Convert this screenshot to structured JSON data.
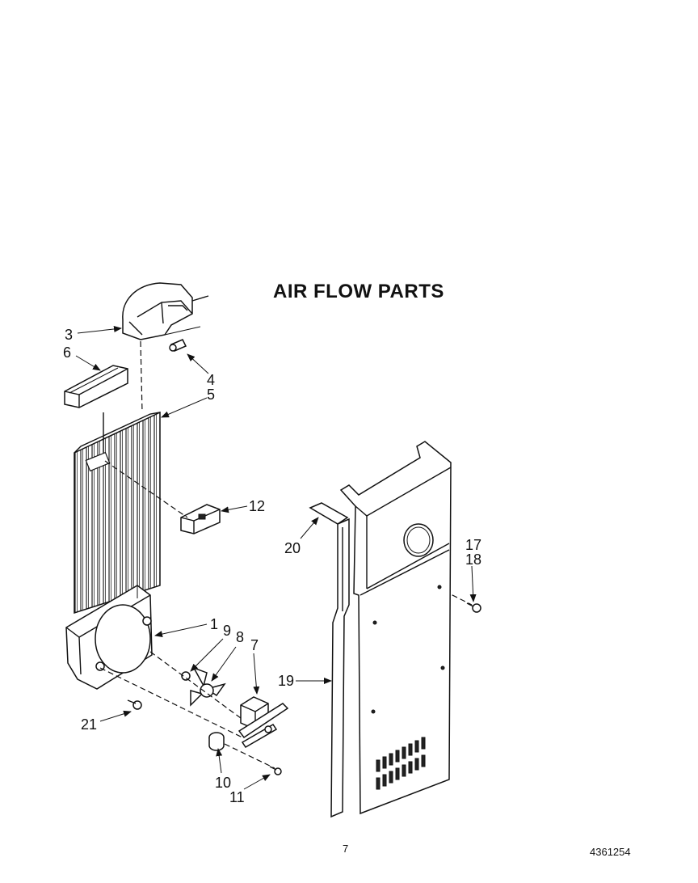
{
  "title": "AIR FLOW PARTS",
  "page_number": "7",
  "doc_number": "4361254",
  "callouts": {
    "c1": "1",
    "c3": "3",
    "c4": "4",
    "c5": "5",
    "c6": "6",
    "c7": "7",
    "c8": "8",
    "c9": "9",
    "c10": "10",
    "c11": "11",
    "c12": "12",
    "c17": "17",
    "c18": "18",
    "c19": "19",
    "c20": "20",
    "c21": "21"
  }
}
